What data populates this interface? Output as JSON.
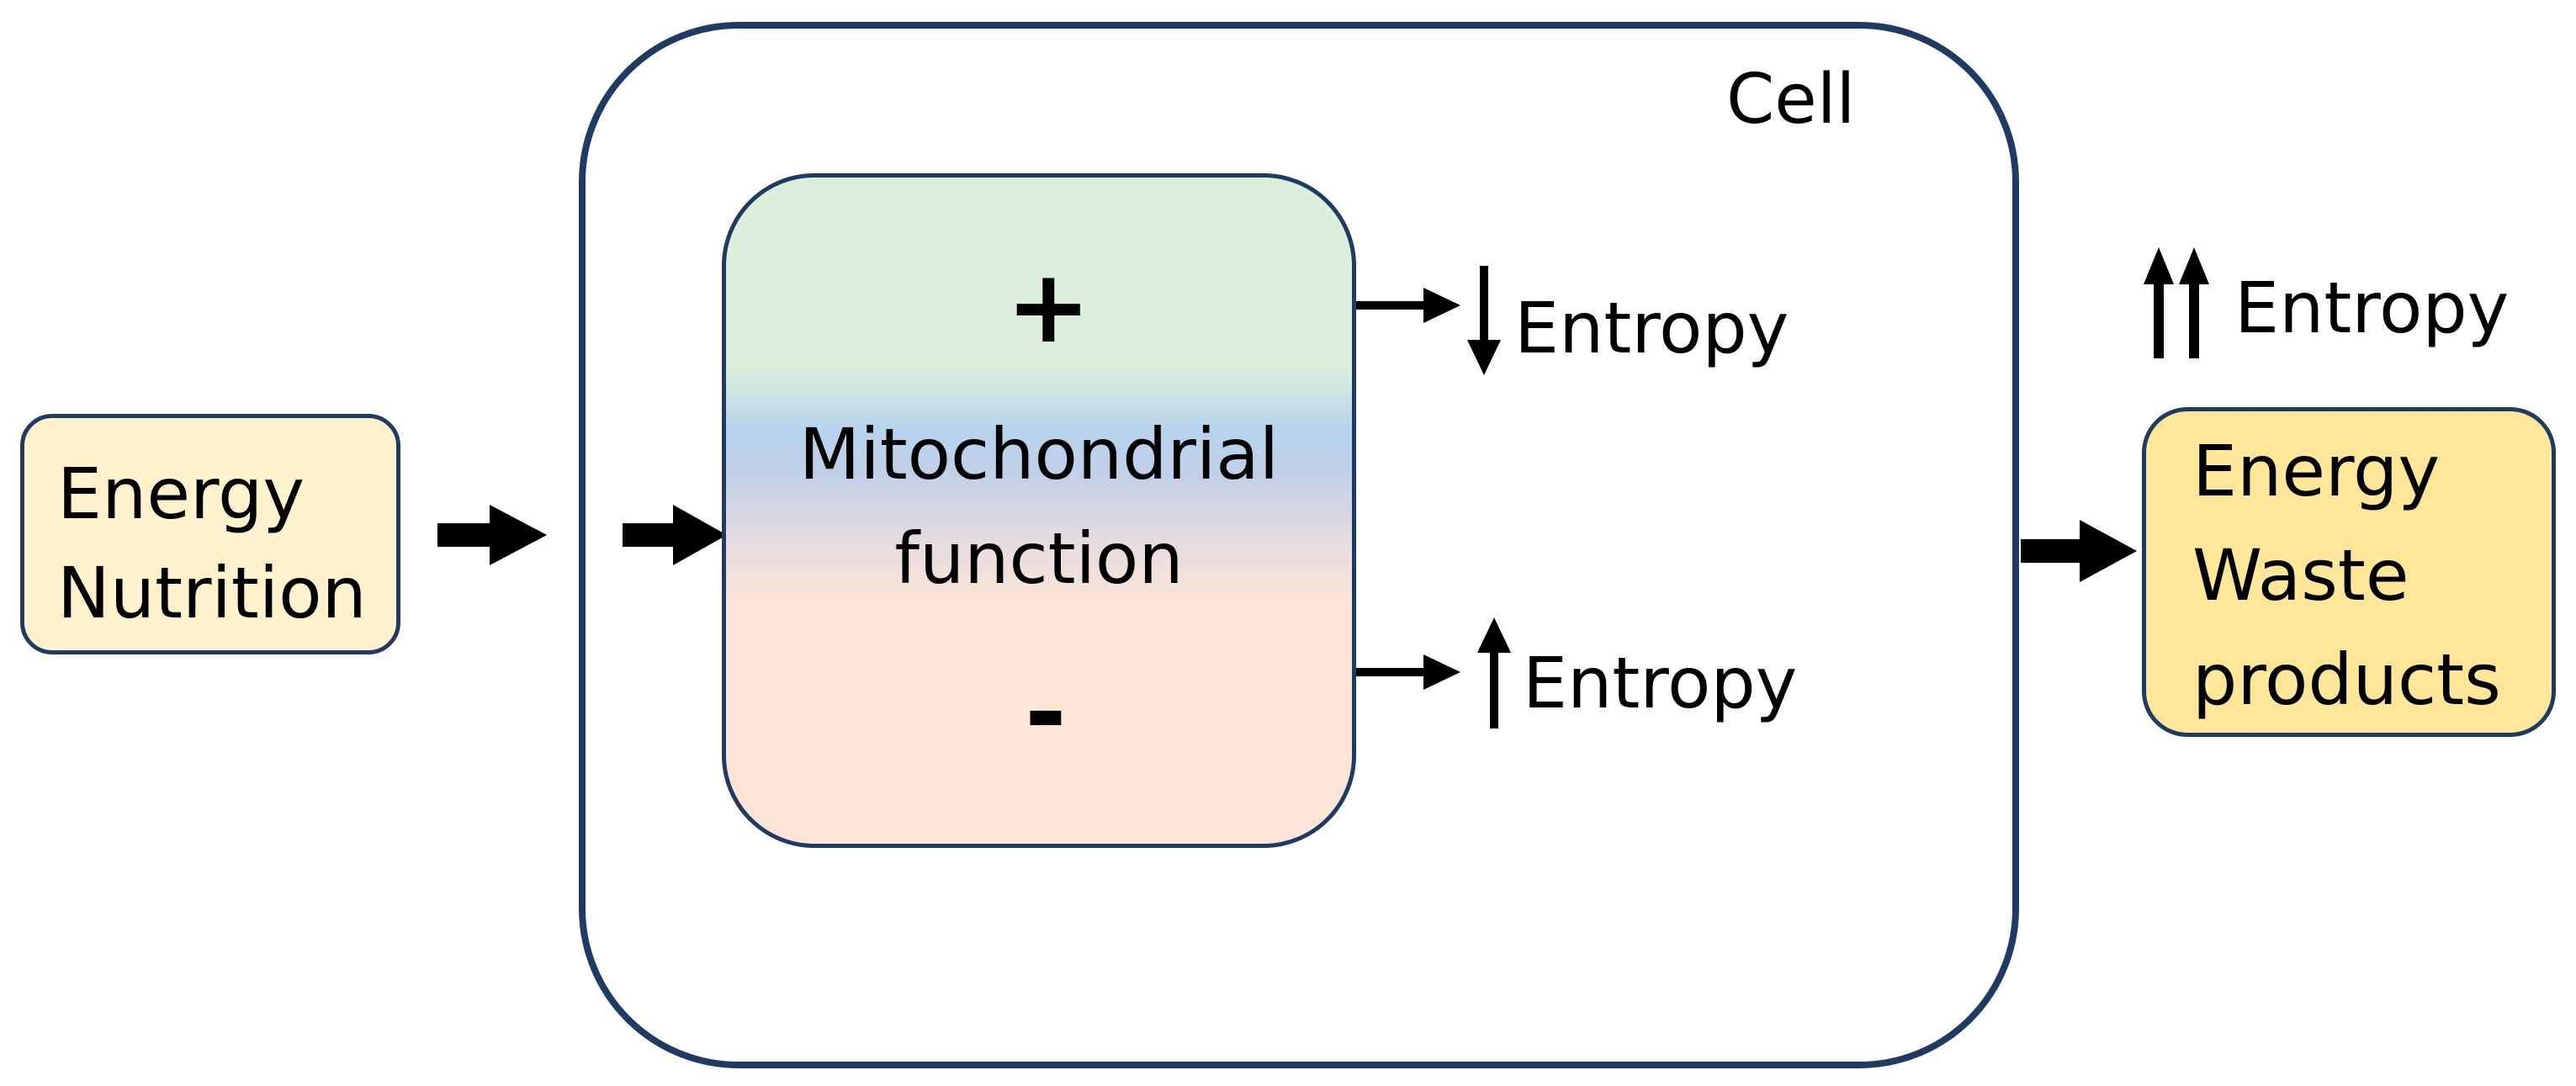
{
  "input_box": {
    "lines": [
      "Energy",
      "Nutrition"
    ]
  },
  "cell": {
    "title": "Cell",
    "mitochondria": {
      "plus_sign": "+",
      "label_lines": [
        "Mitochondrial",
        "function"
      ],
      "minus_sign": "-"
    },
    "entropy_low": {
      "label": "Entropy",
      "arrow": "down-arrow-icon"
    },
    "entropy_high": {
      "label": "Entropy",
      "arrow": "up-arrow-icon"
    }
  },
  "output_entropy": {
    "label": "Entropy",
    "arrow": "double-up-arrow-icon"
  },
  "output_box": {
    "lines": [
      "Energy",
      "Waste",
      "products"
    ]
  },
  "colors": {
    "border": "#1f3b63",
    "input_fill": "#fff2cc",
    "output_fill": "#ffe699",
    "mito_top": "#dcefdc",
    "mito_mid": "#b7d3ee",
    "mito_bottom": "#fce4d6"
  }
}
